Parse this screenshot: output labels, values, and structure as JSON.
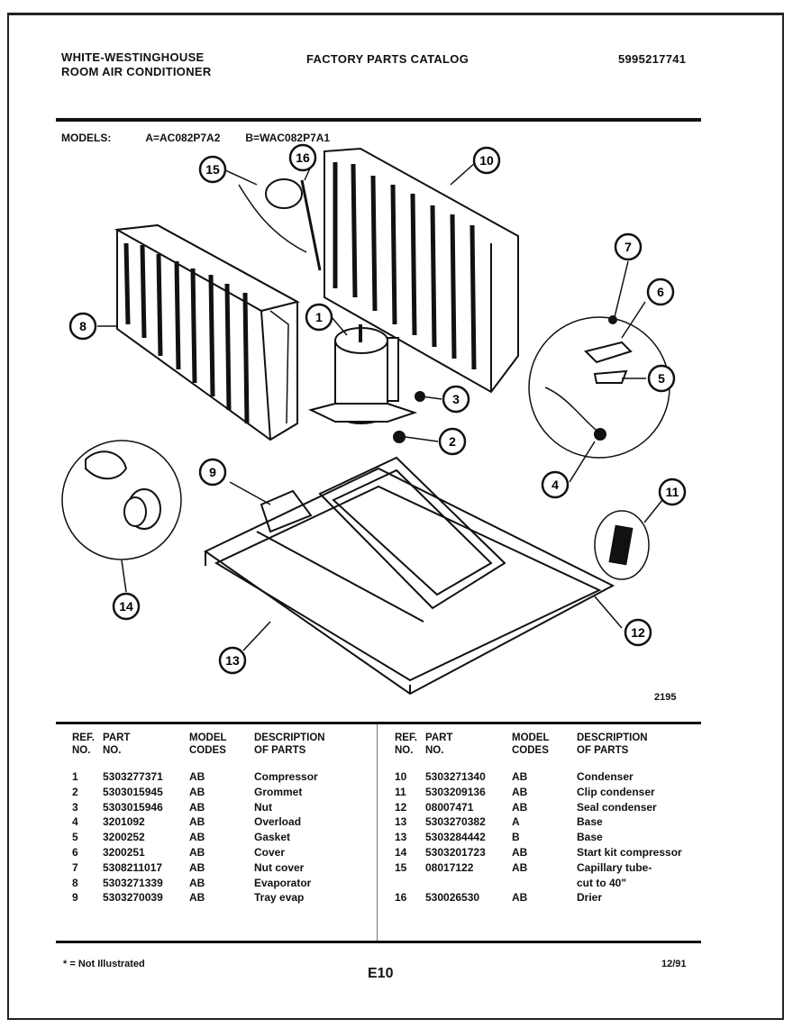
{
  "header": {
    "brand_line1": "WHITE-WESTINGHOUSE",
    "brand_line2": "ROOM AIR CONDITIONER",
    "title": "FACTORY PARTS CATALOG",
    "catalog_number": "5995217741"
  },
  "models": {
    "label": "MODELS:",
    "model_a": "A=AC082P7A2",
    "model_b": "B=WAC082P7A1"
  },
  "diagram": {
    "drawing_code": "2195",
    "callouts": [
      "1",
      "2",
      "3",
      "4",
      "5",
      "6",
      "7",
      "8",
      "9",
      "10",
      "11",
      "12",
      "13",
      "14",
      "15",
      "16"
    ]
  },
  "table": {
    "headers": {
      "ref": "REF.\nNO.",
      "part": "PART\nNO.",
      "code": "MODEL\nCODES",
      "desc": "DESCRIPTION\nOF PARTS"
    },
    "left_rows": [
      {
        "ref": "1",
        "part": "5303277371",
        "code": "AB",
        "desc": "Compressor"
      },
      {
        "ref": "2",
        "part": "5303015945",
        "code": "AB",
        "desc": "Grommet"
      },
      {
        "ref": "3",
        "part": "5303015946",
        "code": "AB",
        "desc": "Nut"
      },
      {
        "ref": "4",
        "part": "3201092",
        "code": "AB",
        "desc": "Overload"
      },
      {
        "ref": "5",
        "part": "3200252",
        "code": "AB",
        "desc": "Gasket"
      },
      {
        "ref": "6",
        "part": "3200251",
        "code": "AB",
        "desc": "Cover"
      },
      {
        "ref": "7",
        "part": "5308211017",
        "code": "AB",
        "desc": "Nut cover"
      },
      {
        "ref": "8",
        "part": "5303271339",
        "code": "AB",
        "desc": "Evaporator"
      },
      {
        "ref": "9",
        "part": "5303270039",
        "code": "AB",
        "desc": "Tray evap"
      }
    ],
    "right_rows": [
      {
        "ref": "10",
        "part": "5303271340",
        "code": "AB",
        "desc": "Condenser"
      },
      {
        "ref": "11",
        "part": "5303209136",
        "code": "AB",
        "desc": "Clip condenser"
      },
      {
        "ref": "12",
        "part": "08007471",
        "code": "AB",
        "desc": "Seal condenser"
      },
      {
        "ref": "13",
        "part": "5303270382",
        "code": "A",
        "desc": "Base"
      },
      {
        "ref": "13",
        "part": "5303284442",
        "code": "B",
        "desc": "Base"
      },
      {
        "ref": "14",
        "part": "5303201723",
        "code": "AB",
        "desc": "Start kit compressor"
      },
      {
        "ref": "15",
        "part": "08017122",
        "code": "AB",
        "desc": "Capillary tube-"
      },
      {
        "ref": "",
        "part": "",
        "code": "",
        "desc": "cut to 40\""
      },
      {
        "ref": "",
        "part": "",
        "code": "",
        "desc": ""
      },
      {
        "ref": "16",
        "part": "530026530",
        "code": "AB",
        "desc": "Drier"
      }
    ]
  },
  "footer": {
    "note": "* = Not Illustrated",
    "page": "E10",
    "date": "12/91"
  }
}
